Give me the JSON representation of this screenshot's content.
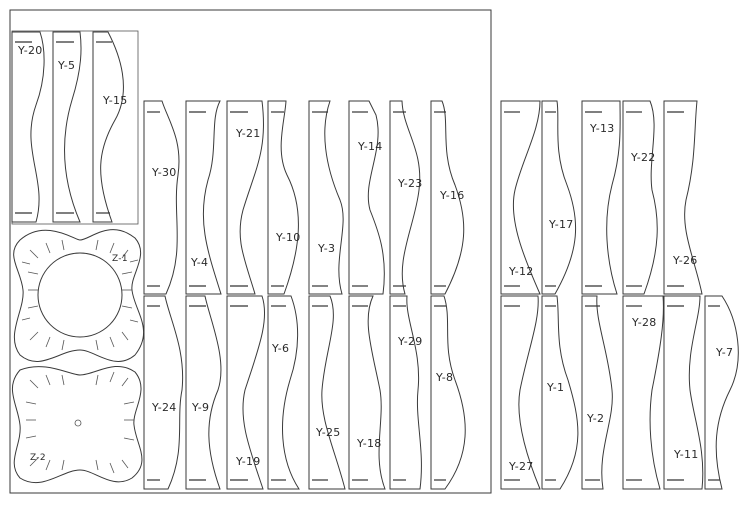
{
  "title": "",
  "pieces": {
    "y20": "Y-20",
    "y5": "Y-5",
    "y15": "Y-15",
    "y30": "Y-30",
    "y4": "Y-4",
    "y21": "Y-21",
    "y10": "Y-10",
    "y3": "Y-3",
    "y14": "Y-14",
    "y23": "Y-23",
    "y16": "Y-16",
    "y24": "Y-24",
    "y9": "Y-9",
    "y19": "Y-19",
    "y6": "Y-6",
    "y25": "Y-25",
    "y18": "Y-18",
    "y29": "Y-29",
    "y8": "Y-8",
    "y12": "Y-12",
    "y17": "Y-17",
    "y13": "Y-13",
    "y22": "Y-22",
    "y26": "Y-26",
    "y27": "Y-27",
    "y1": "Y-1",
    "y2": "Y-2",
    "y28": "Y-28",
    "y11": "Y-11",
    "y7": "Y-7"
  },
  "rings": {
    "z1": "Z-1",
    "z2": "Z-2"
  }
}
